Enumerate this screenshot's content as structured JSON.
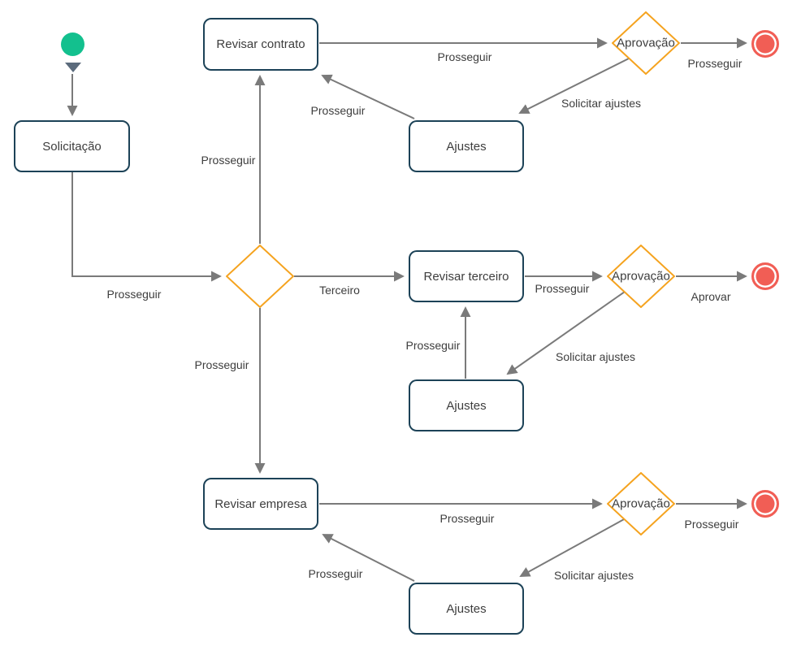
{
  "colors": {
    "canvas_bg": "#ffffff",
    "connector": "#7a7a7a",
    "start_pointer": "#5b6b7c",
    "task_border": "#1c4257",
    "decision_border": "#f5a31f",
    "start_fill": "#13c08e",
    "end_fill": "#f15e55",
    "text": "#3d3d3d"
  },
  "nodes": {
    "start": {
      "kind": "start-event"
    },
    "solicitacao": {
      "label": "Solicitação"
    },
    "decision_hub": {
      "label": ""
    },
    "revisar_contrato": {
      "label": "Revisar contrato"
    },
    "aprovacao_contrato": {
      "label": "Aprovação"
    },
    "ajustes_contrato": {
      "label": "Ajustes"
    },
    "end_contrato": {
      "kind": "end-event"
    },
    "revisar_terceiro": {
      "label": "Revisar terceiro"
    },
    "aprovacao_terceiro": {
      "label": "Aprovação"
    },
    "ajustes_terceiro": {
      "label": "Ajustes"
    },
    "end_terceiro": {
      "kind": "end-event"
    },
    "revisar_empresa": {
      "label": "Revisar empresa"
    },
    "aprovacao_empresa": {
      "label": "Aprovação"
    },
    "ajustes_empresa": {
      "label": "Ajustes"
    },
    "end_empresa": {
      "kind": "end-event"
    }
  },
  "edges": {
    "solicitacao_to_hub": {
      "label": "Prosseguir"
    },
    "hub_to_contrato": {
      "label": "Prosseguir"
    },
    "hub_to_terceiro": {
      "label": "Terceiro"
    },
    "hub_to_empresa": {
      "label": "Prosseguir"
    },
    "contrato_to_aprovacao": {
      "label": "Prosseguir"
    },
    "aprovacao_contrato_to_end": {
      "label": "Prosseguir"
    },
    "aprovacao_contrato_to_ajustes": {
      "label": "Solicitar ajustes"
    },
    "ajustes_to_contrato": {
      "label": "Prosseguir"
    },
    "terceiro_to_aprovacao": {
      "label": "Prosseguir"
    },
    "aprovacao_terceiro_to_end": {
      "label": "Aprovar"
    },
    "aprovacao_terceiro_to_ajustes": {
      "label": "Solicitar ajustes"
    },
    "ajustes_to_terceiro": {
      "label": "Prosseguir"
    },
    "empresa_to_aprovacao": {
      "label": "Prosseguir"
    },
    "aprovacao_empresa_to_end": {
      "label": "Prosseguir"
    },
    "aprovacao_empresa_to_ajustes": {
      "label": "Solicitar ajustes"
    },
    "ajustes_to_empresa": {
      "label": "Prosseguir"
    }
  }
}
